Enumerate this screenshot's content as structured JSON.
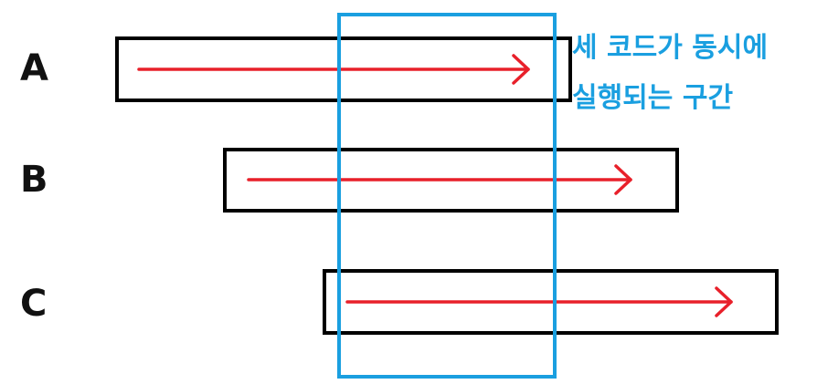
{
  "rows": [
    {
      "label": "A"
    },
    {
      "label": "B"
    },
    {
      "label": "C"
    }
  ],
  "overlap_caption": {
    "line1": "세 코드가 동시에",
    "line2": "실행되는 구간"
  },
  "colors": {
    "box_stroke": "#000000",
    "arrow": "#e8202a",
    "overlap_region": "#1a9fe0",
    "caption_text": "#1a9fe0",
    "label_text": "#111111"
  }
}
